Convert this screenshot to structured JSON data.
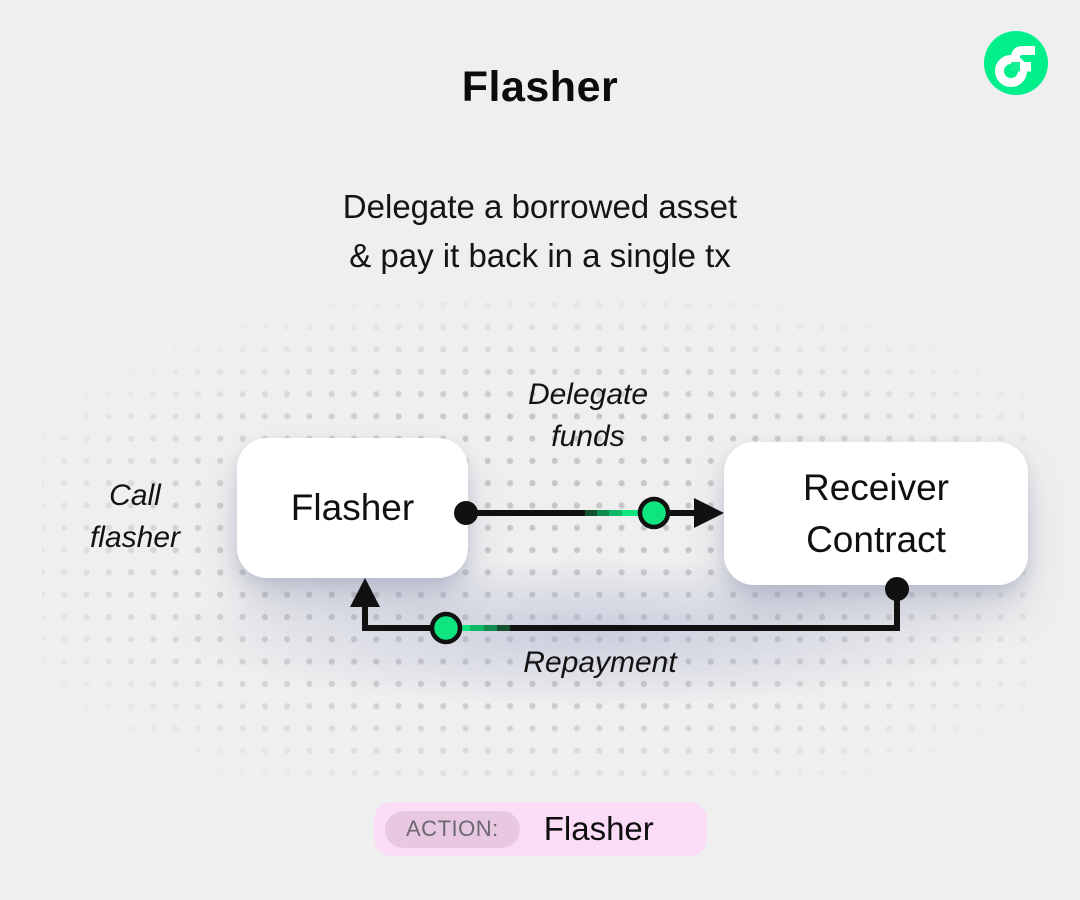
{
  "header": {
    "title": "Flasher",
    "subtitle_line1": "Delegate a borrowed asset",
    "subtitle_line2": "& pay it back in a single tx"
  },
  "logo": {
    "icon": "flow-logo-icon",
    "bg_color": "#00ef8b"
  },
  "diagram": {
    "flasher_node_label": "Flasher",
    "receiver_node_line1": "Receiver",
    "receiver_node_line2": "Contract",
    "call_label_line1": "Call",
    "call_label_line2": "flasher",
    "delegate_label_line1": "Delegate",
    "delegate_label_line2": "funds",
    "repayment_label": "Repayment",
    "accent_green": "#0ee57f",
    "line_color": "#111111",
    "dot_color": "#c7c7c9"
  },
  "footer": {
    "action_label": "ACTION:",
    "action_value": "Flasher",
    "badge_bg": "#fbdcf6",
    "chip_bg": "#e8c7e1"
  }
}
